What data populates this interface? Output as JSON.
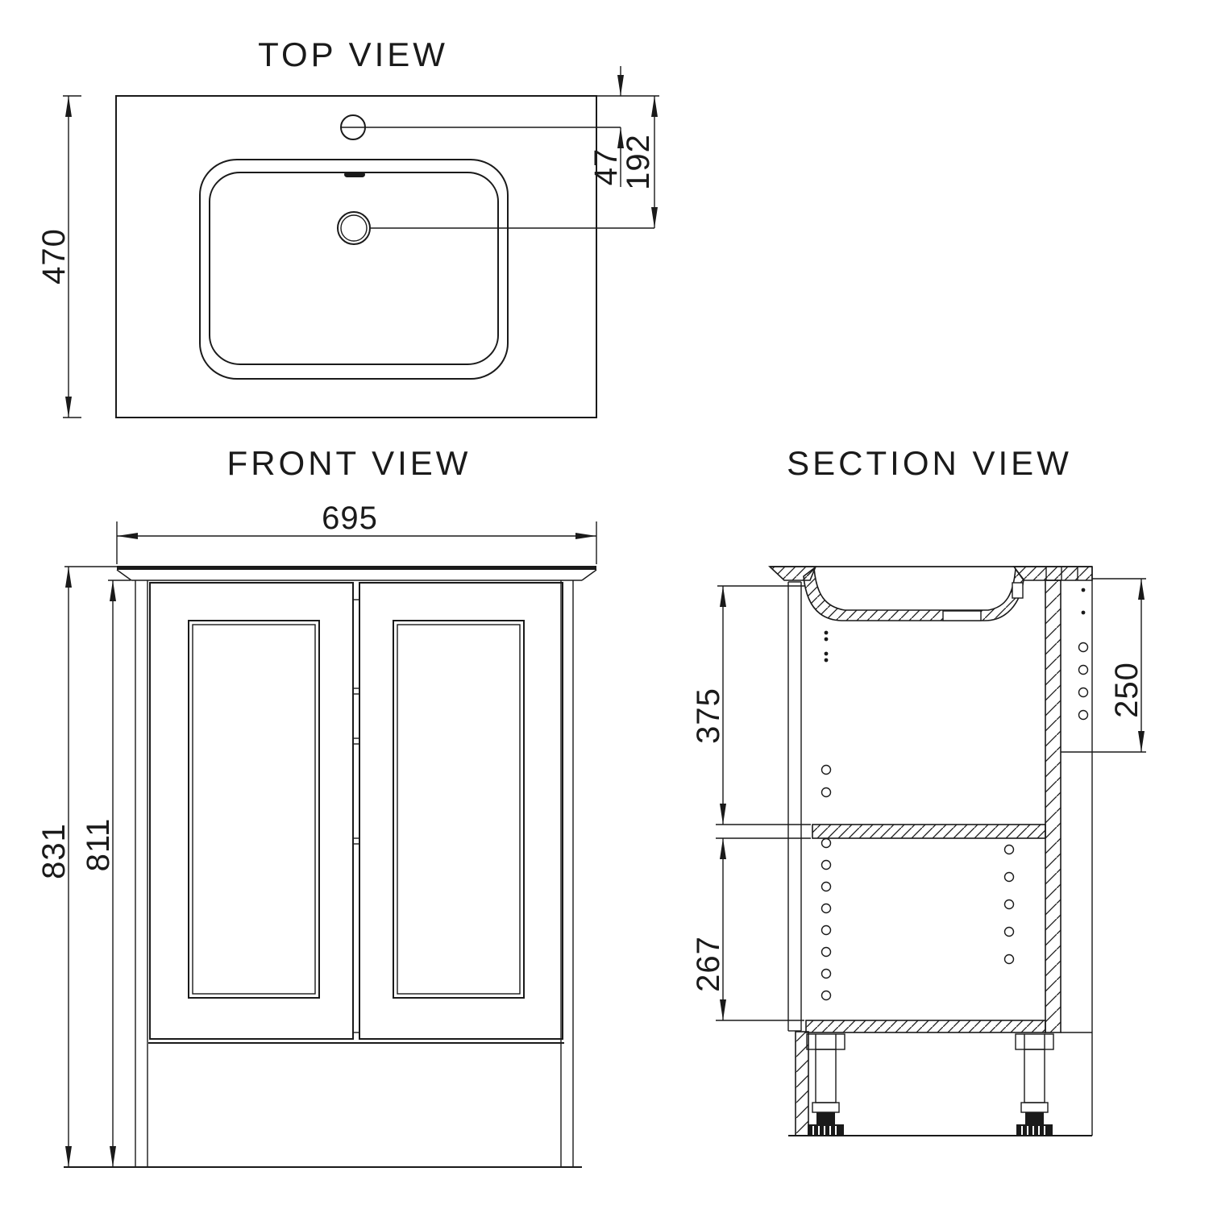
{
  "drawing": {
    "views": {
      "top": {
        "title": "TOP VIEW",
        "dims": {
          "depth": "470",
          "tap_hole_offset": "47",
          "drain_offset": "192"
        }
      },
      "front": {
        "title": "FRONT VIEW",
        "dims": {
          "width": "695",
          "total_height": "831",
          "carcass_height": "811"
        }
      },
      "section": {
        "title": "SECTION VIEW",
        "dims": {
          "upper_compartment": "375",
          "lower_compartment": "267",
          "top_clearance": "250"
        }
      }
    },
    "colors": {
      "line": "#1a1a1a",
      "background": "#ffffff"
    }
  }
}
